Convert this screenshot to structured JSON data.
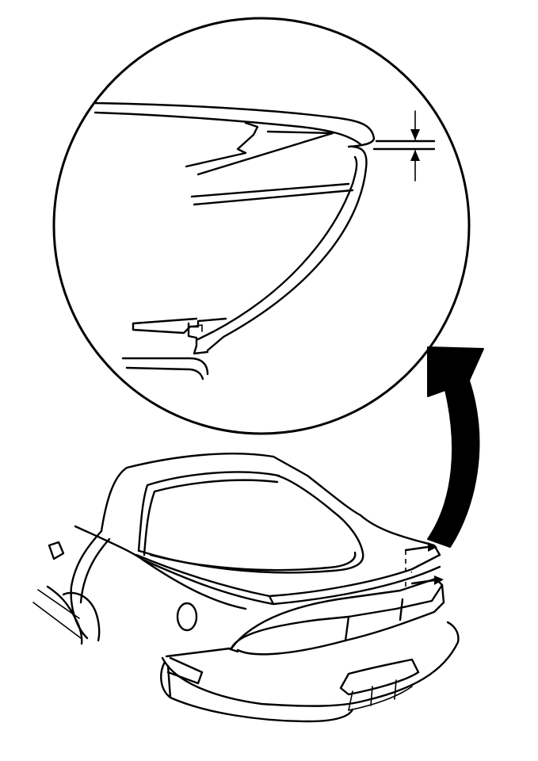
{
  "diagram": {
    "type": "technical-illustration",
    "subject": "rear-view-of-car-with-detail-inset",
    "callouts": [
      {
        "name": "gap-measurement",
        "icon": "dimension-arrows-icon"
      },
      {
        "name": "detail-callout",
        "icon": "curved-arrow-icon"
      }
    ],
    "colors": {
      "ink": "#000000",
      "paper": "#ffffff"
    }
  }
}
